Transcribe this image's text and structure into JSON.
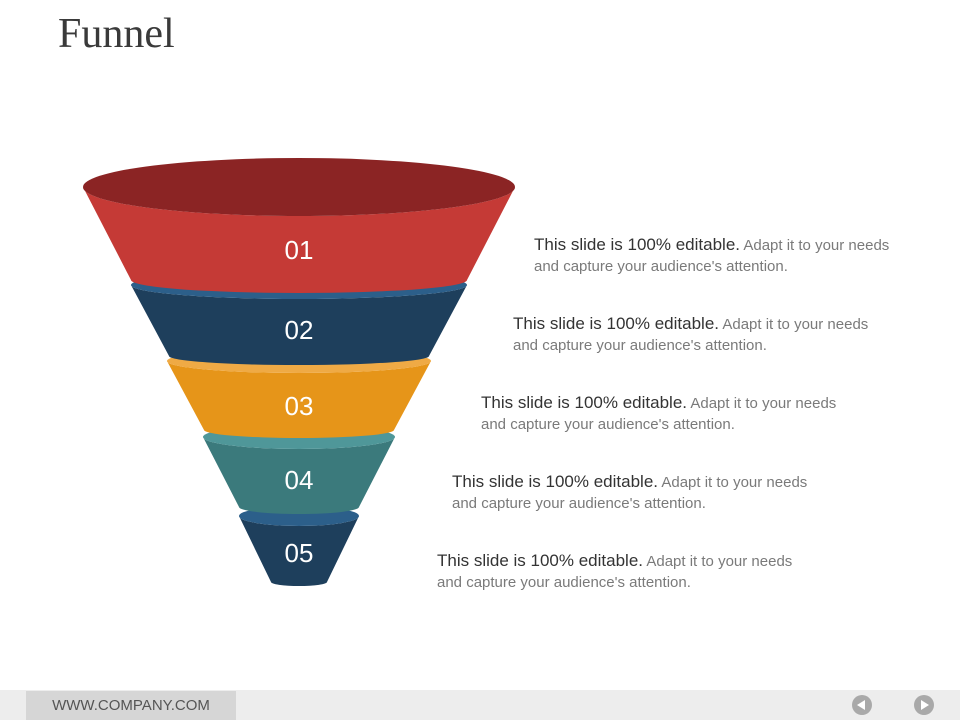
{
  "slide": {
    "title": "Funnel"
  },
  "funnel": {
    "stages": [
      {
        "label": "01",
        "color": "#c53a36",
        "top_color": "#8b2424",
        "text_lead": "This slide is 100% editable.",
        "text_rest": " Adapt it to your needs and capture your audience's attention."
      },
      {
        "label": "02",
        "color": "#1e3f5c",
        "top_color": "#2c5f8a",
        "text_lead": "This slide is 100% editable.",
        "text_rest": " Adapt it to your needs and capture your audience's attention."
      },
      {
        "label": "03",
        "color": "#e69519",
        "top_color": "#efaa45",
        "text_lead": "This slide is 100% editable.",
        "text_rest": " Adapt it to your needs and capture your audience's attention."
      },
      {
        "label": "04",
        "color": "#3b7a7c",
        "top_color": "#4f9799",
        "text_lead": "This slide is 100% editable.",
        "text_rest": " Adapt it to your needs and capture your audience's attention."
      },
      {
        "label": "05",
        "color": "#1e3f5c",
        "top_color": "#2c5f8a",
        "text_lead": "This slide is 100% editable.",
        "text_rest": " Adapt it to your needs and capture your audience's attention."
      }
    ]
  },
  "footer": {
    "url": "WWW.COMPANY.COM"
  },
  "nav": {
    "prev_icon": "left-arrow-icon",
    "next_icon": "right-arrow-icon"
  }
}
